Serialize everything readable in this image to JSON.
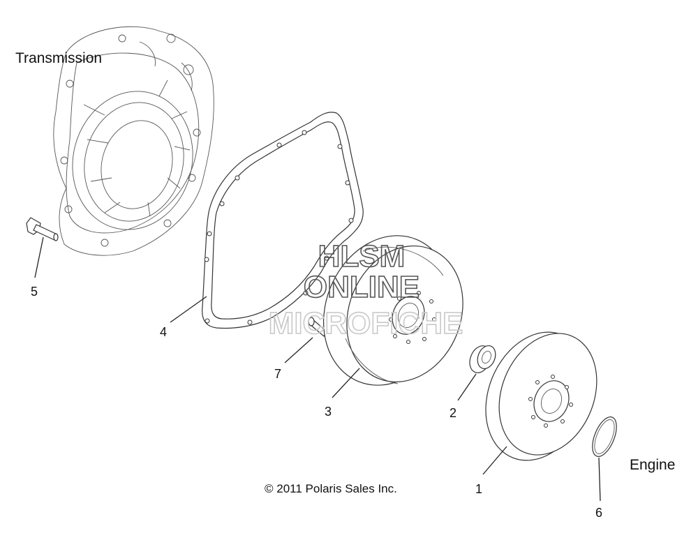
{
  "side_labels": {
    "transmission": "Transmission",
    "engine": "Engine"
  },
  "callouts": [
    {
      "id": "1",
      "text": "1"
    },
    {
      "id": "2",
      "text": "2"
    },
    {
      "id": "3",
      "text": "3"
    },
    {
      "id": "4",
      "text": "4"
    },
    {
      "id": "5",
      "text": "5"
    },
    {
      "id": "6",
      "text": "6"
    },
    {
      "id": "7",
      "text": "7"
    }
  ],
  "copyright": "© 2011 Polaris Sales Inc.",
  "watermark": {
    "line1": "HLSM",
    "line2": "ONLINE",
    "line3": "MICROFICHE"
  },
  "colors": {
    "ink": "#222222",
    "watermark_dark": "#555555",
    "watermark_light": "#c8c8c8"
  }
}
